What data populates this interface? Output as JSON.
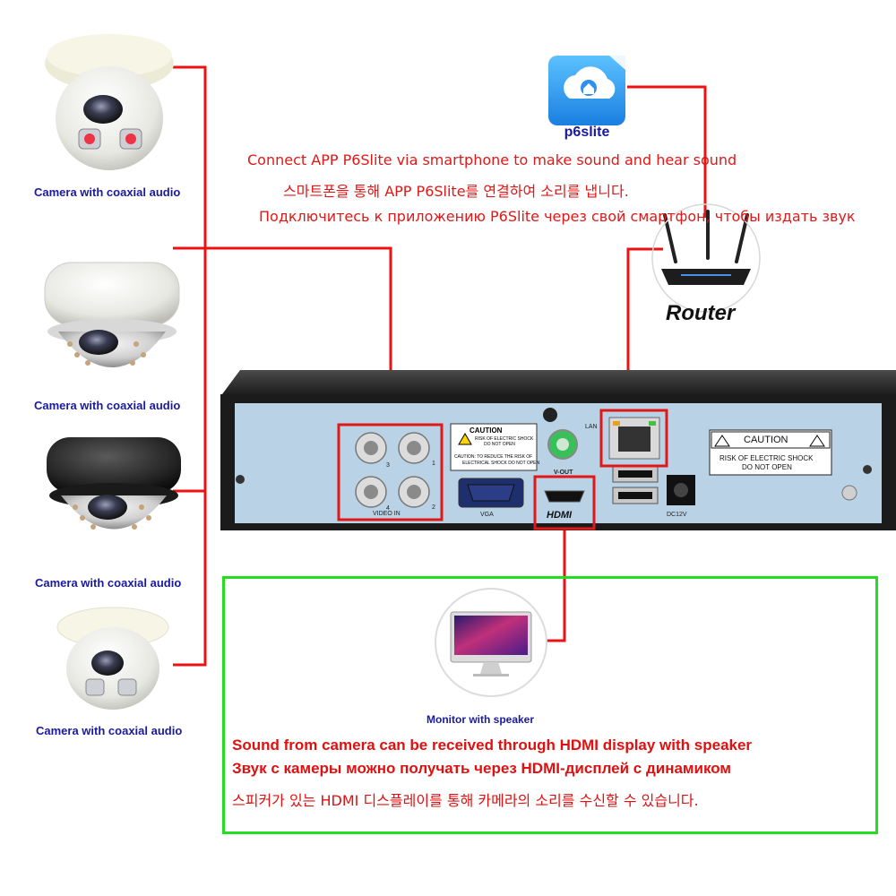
{
  "cameras": [
    {
      "label": "Camera with coaxial audio"
    },
    {
      "label": "Camera with coaxial audio"
    },
    {
      "label": "Camera with coaxial audio"
    },
    {
      "label": "Camera with coaxial audio"
    }
  ],
  "app": {
    "name": "p6slite",
    "notes": [
      "Connect APP P6Slite via smartphone to make sound and hear sound",
      "스마트폰을 통해 APP P6Slite를 연결하여 소리를 냅니다.",
      "Подключитесь к приложению P6Slite через свой смартфон, чтобы издать звук"
    ]
  },
  "router": {
    "label": "Router"
  },
  "dvr": {
    "caution_small": "CAUTION",
    "caution_small_sub1": "RISK OF ELECTRIC SHOCK",
    "caution_small_sub2": "DO NOT OPEN",
    "caution_small_sub3": "CAUTION: TO REDUCE THE RISK OF",
    "caution_small_sub4": "ELECTRICAL SHOCK DO NOT OPEN",
    "caution_big": "CAUTION",
    "caution_big_sub1": "RISK OF ELECTRIC SHOCK",
    "caution_big_sub2": "DO NOT OPEN",
    "video_in": "VIDEO IN",
    "port_numbers": [
      "3",
      "1",
      "4",
      "2"
    ],
    "vga": "VGA",
    "vout": "V-OUT",
    "hdmi": "HDMI",
    "lan": "LAN",
    "dc": "DC12V"
  },
  "monitor": {
    "label": "Monitor with speaker"
  },
  "sound_notes": {
    "en": "Sound from camera can be received through HDMI display with speaker",
    "ru": "Звук с камеры можно получать через HDMI-дисплей с динамиком",
    "ko": "스피커가 있는 HDMI 디스플레이를 통해 카메라의 소리를 수신할 수 있습니다."
  },
  "colors": {
    "wire": "#ee1111",
    "highlight": "#e01818",
    "green_box": "#22dd22",
    "label_blue": "#1a1aa0",
    "dvr_panel": "#b9d2e6",
    "dvr_body": "#2a2a2a"
  }
}
